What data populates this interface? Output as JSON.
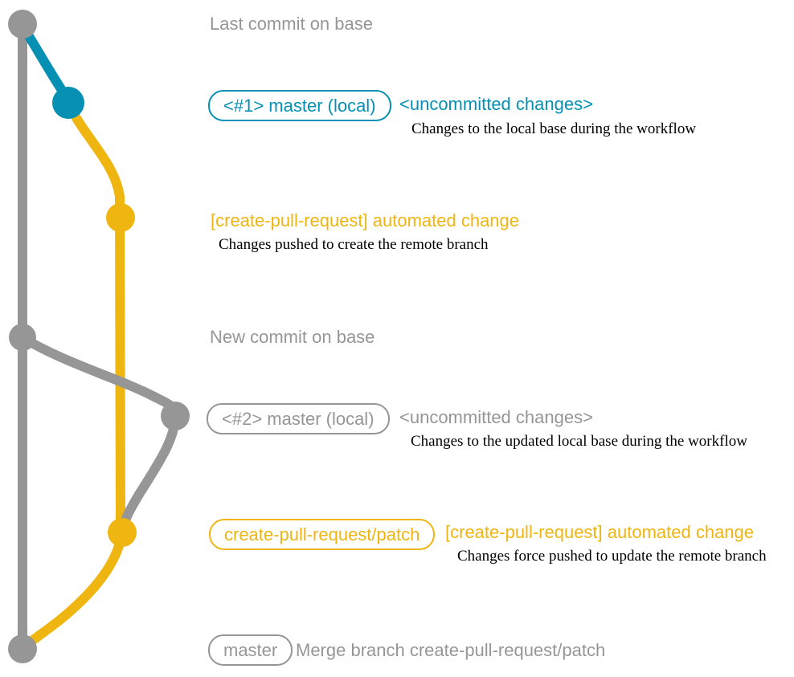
{
  "colors": {
    "gray": "#969696",
    "teal": "#0590b4",
    "yellow": "#efb510",
    "black": "#000000"
  },
  "graph": {
    "type": "git-branch-diagram",
    "branches": [
      "base (gray)",
      "local master (teal)",
      "create-pull-request/patch (yellow)"
    ],
    "commit_count": 7
  },
  "annotations": {
    "last_commit": "Last commit on base",
    "branch1_tag": "<#1> master (local)",
    "branch1_title": "<uncommitted changes>",
    "branch1_desc": "Changes to the local base during the workflow",
    "auto1_title": "[create-pull-request] automated change",
    "auto1_desc": "Changes pushed to create the remote branch",
    "new_commit": "New commit on base",
    "branch2_tag": "<#2> master (local)",
    "branch2_title": "<uncommitted changes>",
    "branch2_desc": "Changes to the updated local base during the workflow",
    "auto2_tag": "create-pull-request/patch",
    "auto2_title": "[create-pull-request] automated change",
    "auto2_desc": "Changes force pushed to update the remote branch",
    "merge_tag": "master",
    "merge_text": "Merge branch create-pull-request/patch"
  }
}
